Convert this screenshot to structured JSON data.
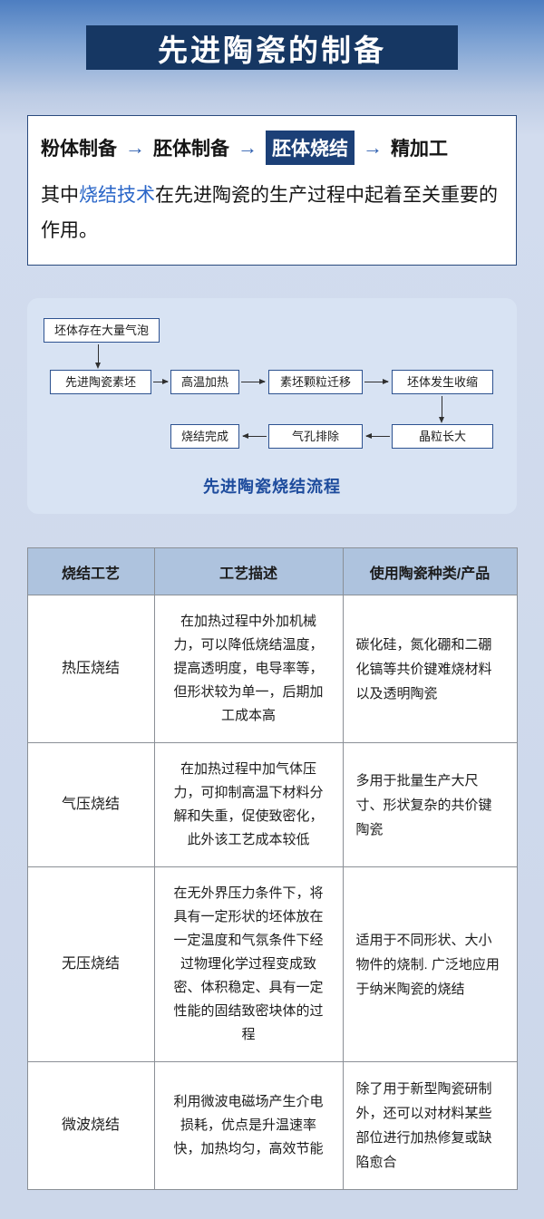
{
  "colors": {
    "banner_bg": "#163763",
    "highlight_step_bg": "#1c4077",
    "accent_blue_text": "#2a66c8",
    "flow_panel_bg": "#d8e3f3",
    "flow_box_border": "#2d5290",
    "flow_caption_blue": "#1e4c9d",
    "table_header_bg": "#aec3de",
    "page_top_gradient": "#4d7ec1",
    "page_bg": "#ccd7ea"
  },
  "header": {
    "title": "先进陶瓷的制备"
  },
  "intro": {
    "arrow": "→",
    "steps": [
      "粉体制备",
      "胚体制备",
      "胚体烧结",
      "精加工"
    ],
    "paragraph": {
      "prefix": "其中",
      "highlight": "烧结技术",
      "suffix": "在先进陶瓷的生产过程中起着至关重要的作用。"
    }
  },
  "flowchart": {
    "caption": "先进陶瓷烧结流程",
    "nodes": {
      "bubbles": "坯体存在大量气泡",
      "green_body": "先进陶瓷素坯",
      "heating": "高温加热",
      "particle_migration": "素坯颗粒迁移",
      "shrinkage": "坯体发生收缩",
      "grain_growth": "晶粒长大",
      "pore_removal": "气孔排除",
      "complete": "烧结完成"
    }
  },
  "table": {
    "headers": [
      "烧结工艺",
      "工艺描述",
      "使用陶瓷种类/产品"
    ],
    "rows": [
      {
        "process": "热压烧结",
        "description": "在加热过程中外加机械力，可以降低烧结温度，提高透明度，电导率等，但形状较为单一，后期加工成本高",
        "products": "碳化硅，氮化硼和二硼化镐等共价键难烧材料以及透明陶瓷"
      },
      {
        "process": "气压烧结",
        "description": "在加热过程中加气体压力，可抑制高温下材料分解和失重，促使致密化，此外该工艺成本较低",
        "products": "多用于批量生产大尺寸、形状复杂的共价键陶瓷"
      },
      {
        "process": "无压烧结",
        "description": "在无外界压力条件下，将具有一定形状的坯体放在一定温度和气氛条件下经过物理化学过程变成致密、体积稳定、具有一定性能的固结致密块体的过程",
        "products": "适用于不同形状、大小物件的烧制. 广泛地应用于纳米陶瓷的烧结"
      },
      {
        "process": "微波烧结",
        "description": "利用微波电磁场产生介电损耗，优点是升温速率快，加热均匀，高效节能",
        "products": "除了用于新型陶瓷研制外，还可以对材料某些部位进行加热修复或缺陷愈合"
      }
    ]
  }
}
